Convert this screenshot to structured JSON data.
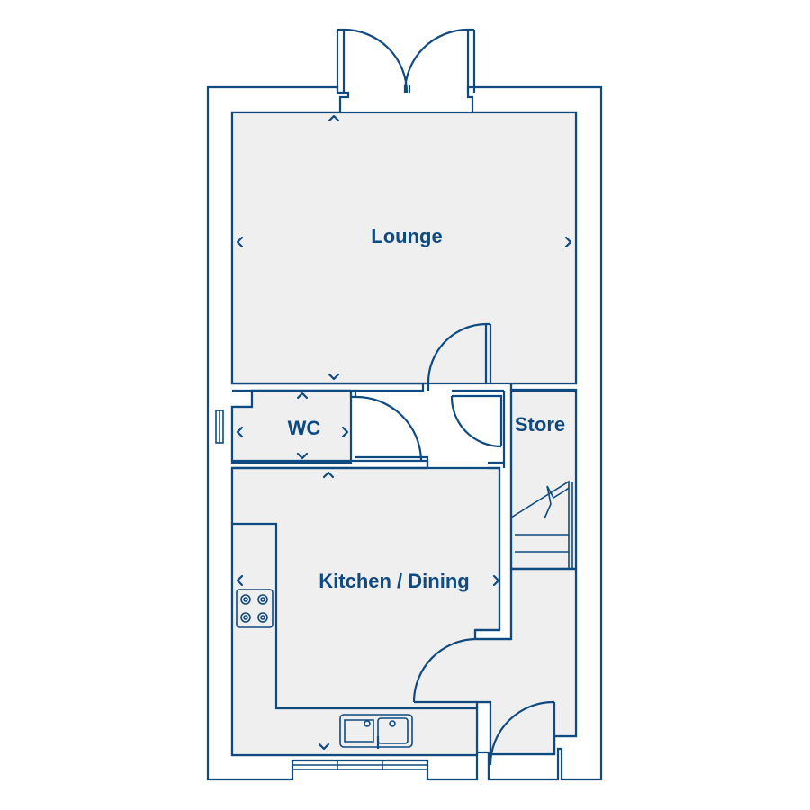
{
  "colors": {
    "wall_stroke": "#0f4a80",
    "floor_fill": "#efefef",
    "background": "#ffffff"
  },
  "rooms": {
    "lounge": "Lounge",
    "wc": "WC",
    "store": "Store",
    "kitchen": "Kitchen / Dining"
  }
}
